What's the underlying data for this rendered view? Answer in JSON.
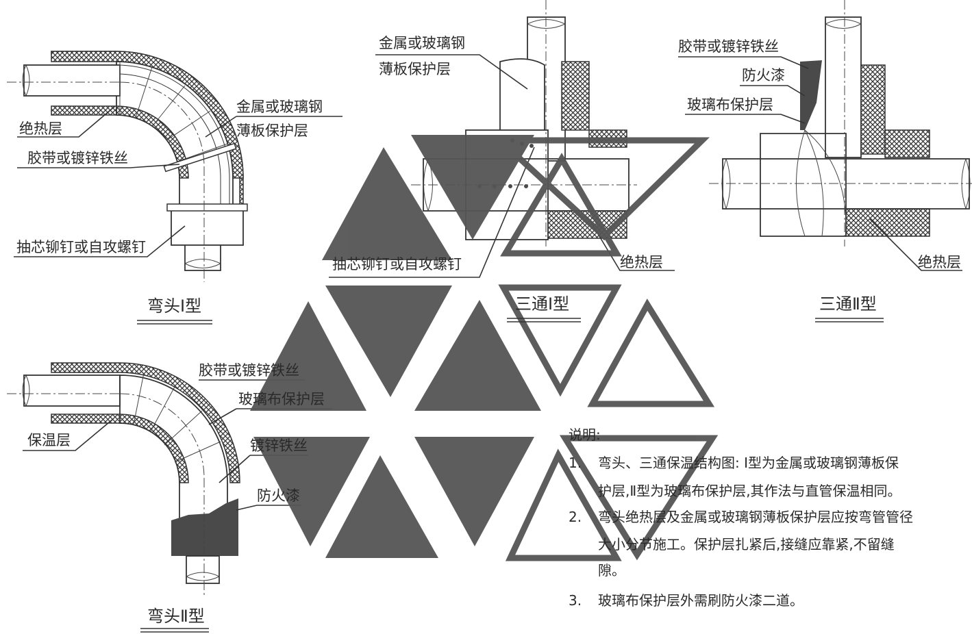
{
  "labels": {
    "e1_insul": "绝热层",
    "e1_tape": "胶带或镀锌铁丝",
    "e1_shell_1": "金属或玻璃钢",
    "e1_shell_2": "薄板保护层",
    "e1_rivet": "抽芯铆钉或自攻螺钉",
    "t1_shell_1": "金属或玻璃钢",
    "t1_shell_2": "薄板保护层",
    "t1_rivet": "抽芯铆钉或自攻螺钉",
    "t1_insul": "绝热层",
    "t2_tape": "胶带或镀锌铁丝",
    "t2_fire": "防火漆",
    "t2_cloth": "玻璃布保护层",
    "t2_insul": "绝热层",
    "e2_tape": "胶带或镀锌铁丝",
    "e2_cloth": "玻璃布保护层",
    "e2_keep": "保温层",
    "e2_wire": "镀锌铁丝",
    "e2_fire": "防火漆"
  },
  "captions": {
    "elbow1": "弯头Ⅰ型",
    "tee1": "三通Ⅰ型",
    "tee2": "三通Ⅱ型",
    "elbow2": "弯头Ⅱ型"
  },
  "notes": {
    "title": "说明:",
    "n1_num": "1.",
    "n1_l1": "弯头、三通保温结构图: Ⅰ型为金属或玻璃钢薄板保",
    "n1_l2": "护层,Ⅱ型为玻璃布保护层,其作法与直管保温相同。",
    "n2_num": "2.",
    "n2_l1": "弯头绝热层及金属或玻璃钢薄板保护层应按弯管管径",
    "n2_l2": "大小分节施工。保护层扎紧后,接缝应靠紧,不留缝",
    "n2_l3": "隙。",
    "n3_num": "3.",
    "n3_l1": "玻璃布保护层外需刷防火漆二道。"
  },
  "colors": {
    "line": "#333333",
    "watermark": "#555555",
    "fill_dark": "#4a4a4a",
    "background": "#ffffff"
  }
}
